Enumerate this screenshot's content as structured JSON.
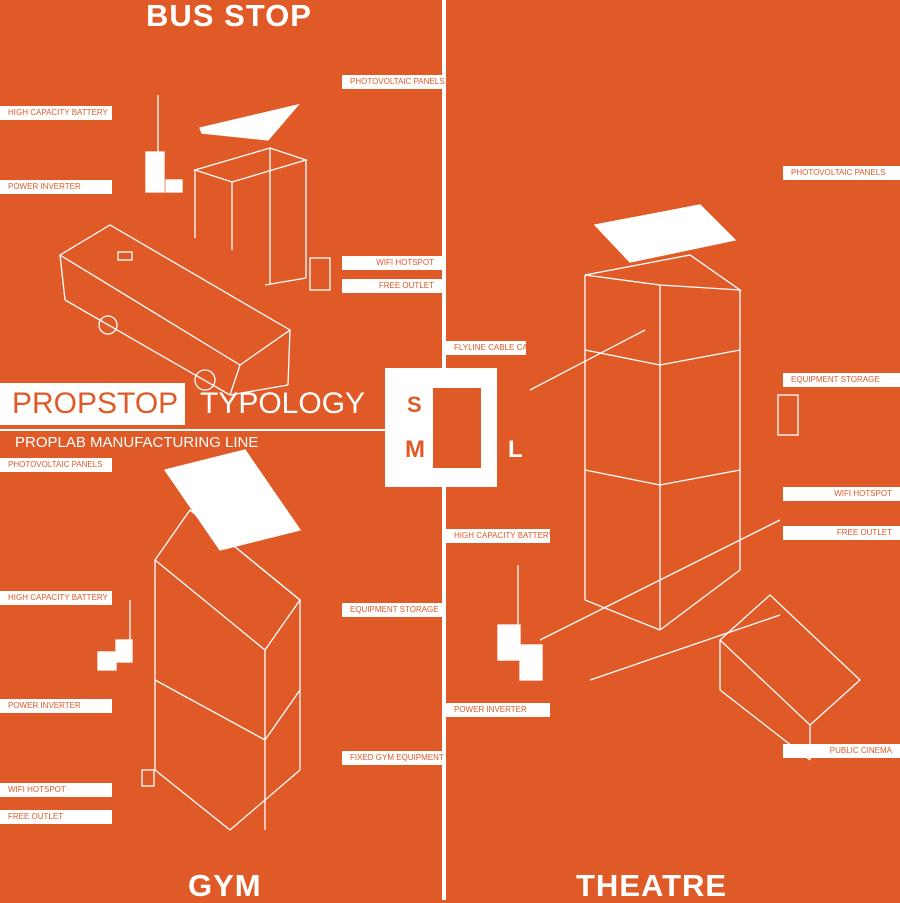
{
  "sections": {
    "bus_stop": "BUS STOP",
    "gym": "GYM",
    "theatre": "THEATRE"
  },
  "title": {
    "main1": "PROPSTOP",
    "main2": "TYPOLOGY",
    "subtitle": "PROPLAB MANUFACTURING LINE",
    "sizes": [
      "S",
      "M",
      "L"
    ]
  },
  "bus_stop_labels": {
    "pv": "PHOTOVOLTAIC PANELS",
    "battery": "HIGH CAPACITY BATTERY",
    "inverter": "POWER INVERTER",
    "wifi": "WIFI HOTSPOT",
    "outlet": "FREE OUTLET"
  },
  "gym_labels": {
    "pv": "PHOTOVOLTAIC PANELS",
    "battery": "HIGH CAPACITY BATTERY",
    "storage": "EQUIPMENT STORAGE",
    "inverter": "POWER INVERTER",
    "equipment": "FIXED GYM EQUIPMENT",
    "wifi": "WIFI HOTSPOT",
    "outlet": "FREE OUTLET"
  },
  "theatre_labels": {
    "pv": "PHOTOVOLTAIC PANELS",
    "cablecam": "FLYLINE CABLE CAM",
    "storage": "EQUIPMENT STORAGE",
    "wifi": "WIFI HOTSPOT",
    "outlet": "FREE OUTLET",
    "battery": "HIGH CAPACITY BATTERY",
    "inverter": "POWER INVERTER",
    "cinema": "PUBLIC CINEMA"
  },
  "colors": {
    "background": "#e05a28",
    "foreground": "#ffffff"
  }
}
